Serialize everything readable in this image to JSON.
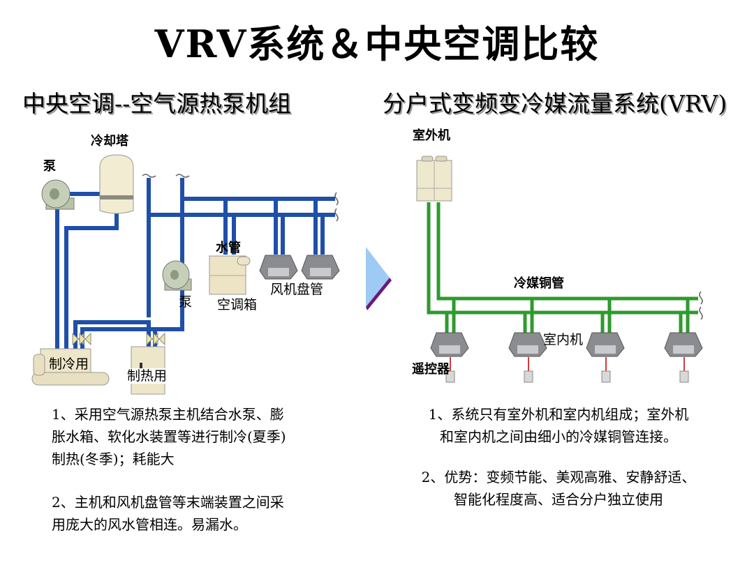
{
  "title": "VRV系统＆中央空调比较",
  "left": {
    "heading": "中央空调--空气源热泵机组",
    "labels": {
      "cooling_tower": "冷却塔",
      "pump_top": "泵",
      "water_pipe": "水管",
      "fan_coil": "风机盘管",
      "pump_mid": "泵",
      "ahu": "空调箱",
      "chiller": "制冷用",
      "heater": "制热用"
    },
    "points": [
      [
        "1、采用空气源热泵主机结合水泵、膨",
        "胀水箱、软化水装置等进行制冷(夏季)",
        "制热(冬季)；耗能大"
      ],
      [
        "2、主机和风机盘管等末端装置之间采",
        "用庞大的风水管相连。易漏水。"
      ]
    ],
    "pipe_color": "#1f4fa8"
  },
  "right": {
    "heading": "分户式变频变冷媒流量系统(VRV)",
    "labels": {
      "outdoor_unit": "室外机",
      "refrigerant_pipe": "冷媒铜管",
      "indoor_unit": "室内机",
      "remote": "遥控器"
    },
    "points": [
      [
        "1、系统只有室外机和室内机组成；室外机",
        "和室内机之间由细小的冷媒铜管连接。"
      ],
      [
        "2、优势：变频节能、美观高雅、安静舒适、",
        "智能化程度高、适合分户独立使用"
      ]
    ],
    "pipe_color": "#2e9a2e"
  },
  "arrow": {
    "icon": "arrow-right-icon",
    "fill": "#9ecbf5",
    "edge": "#6b1a7a"
  }
}
